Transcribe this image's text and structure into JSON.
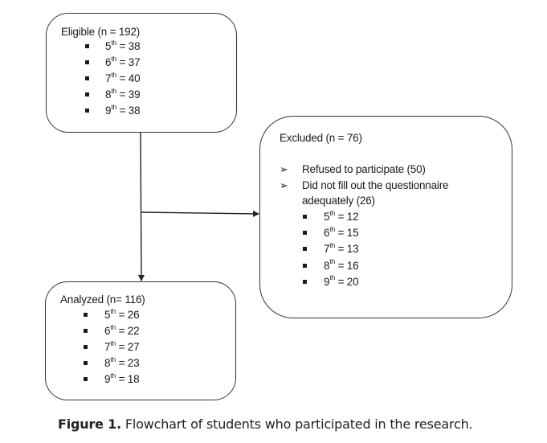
{
  "eligible": {
    "title": "Eligible  (n = 192)",
    "items": [
      {
        "grade": "5",
        "suffix": "th",
        "value": " = 38"
      },
      {
        "grade": "6",
        "suffix": "th",
        "value": " = 37"
      },
      {
        "grade": "7",
        "suffix": "th",
        "value": " = 40"
      },
      {
        "grade": "8",
        "suffix": "th",
        "value": " = 39"
      },
      {
        "grade": "9",
        "suffix": "th",
        "value": " = 38"
      }
    ]
  },
  "excluded": {
    "title": "Excluded  (n = 76)",
    "arrow_bullet": "➢",
    "reasons": [
      {
        "line1": "Refused to participate (50)"
      },
      {
        "line1": "Did not fill out the questionnaire",
        "line2": "adequately (26)"
      }
    ],
    "items": [
      {
        "grade": "5",
        "suffix": "th",
        "value": " = 12"
      },
      {
        "grade": "6",
        "suffix": "th",
        "value": " = 15"
      },
      {
        "grade": "7",
        "suffix": "th",
        "value": " = 13"
      },
      {
        "grade": "8",
        "suffix": "th",
        "value": " = 16"
      },
      {
        "grade": "9",
        "suffix": "th",
        "value": " = 20"
      }
    ]
  },
  "analyzed": {
    "title": "Analyzed  (n= 116)",
    "items": [
      {
        "grade": "5",
        "suffix": "th",
        "value": " = 26"
      },
      {
        "grade": "6",
        "suffix": "th",
        "value": " = 22"
      },
      {
        "grade": "7",
        "suffix": "th",
        "value": " = 27"
      },
      {
        "grade": "8",
        "suffix": "th",
        "value": " = 23"
      },
      {
        "grade": "9",
        "suffix": "th",
        "value": " = 18"
      }
    ]
  },
  "caption": {
    "label": "Figure 1.",
    "text": " Flowchart of students who participated in the research."
  },
  "colors": {
    "stroke": "#333333",
    "text": "#1a1a1a"
  }
}
